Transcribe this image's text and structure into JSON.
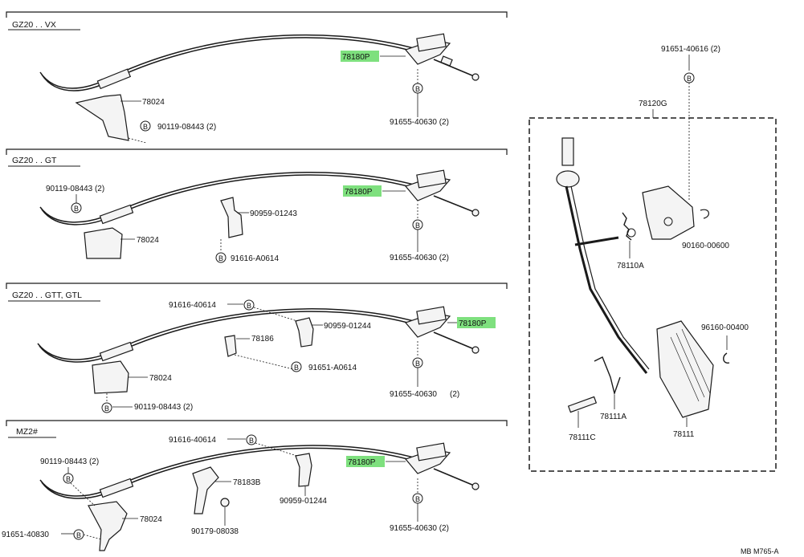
{
  "sections": [
    {
      "title": "GZ20 . . VX",
      "callouts": {
        "cable": "78180P",
        "bracket": "78024",
        "bolt": "90119-08443 (2)",
        "nut": "91655-40630 (2)"
      }
    },
    {
      "title": "GZ20 . . GT",
      "callouts": {
        "bolt": "90119-08443 (2)",
        "cable": "78180P",
        "clip": "90959-01243",
        "bracket": "78024",
        "nut": "91655-40630 (2)",
        "screw": "91616-A0614"
      }
    },
    {
      "title": "GZ20 . . GTT, GTL",
      "callouts": {
        "screw": "91616-40614",
        "clip": "90959-01244",
        "cable": "78180P",
        "clamp": "78186",
        "nut2": "91651-A0614",
        "bracket": "78024",
        "nut": "91655-40630",
        "bolt": "90119-08443 (2)"
      }
    },
    {
      "title": "MZ2#",
      "callouts": {
        "screw": "91616-40614",
        "bolt": "90119-08443 (2)",
        "cable": "78180P",
        "lever": "78183B",
        "clip": "90959-01244",
        "bracket": "78024",
        "nut2": "91651-40830",
        "bolt2": "90179-08038",
        "nut": "91655-40630 (2)"
      }
    }
  ],
  "pedal_group": {
    "callouts": {
      "bolt_top": "91651-40616 (2)",
      "assembly": "78120G",
      "ring": "90160-00600",
      "spring": "78110A",
      "clip": "96160-00400",
      "spring2": "78111A",
      "pin": "78111C",
      "pad": "78111"
    }
  },
  "footer_code": "MB M765-A",
  "colors": {
    "highlight": "#7ee07e",
    "line": "#1a1a1a",
    "background": "#ffffff"
  },
  "icons": {
    "bolt_marker": "circled-B-icon"
  }
}
